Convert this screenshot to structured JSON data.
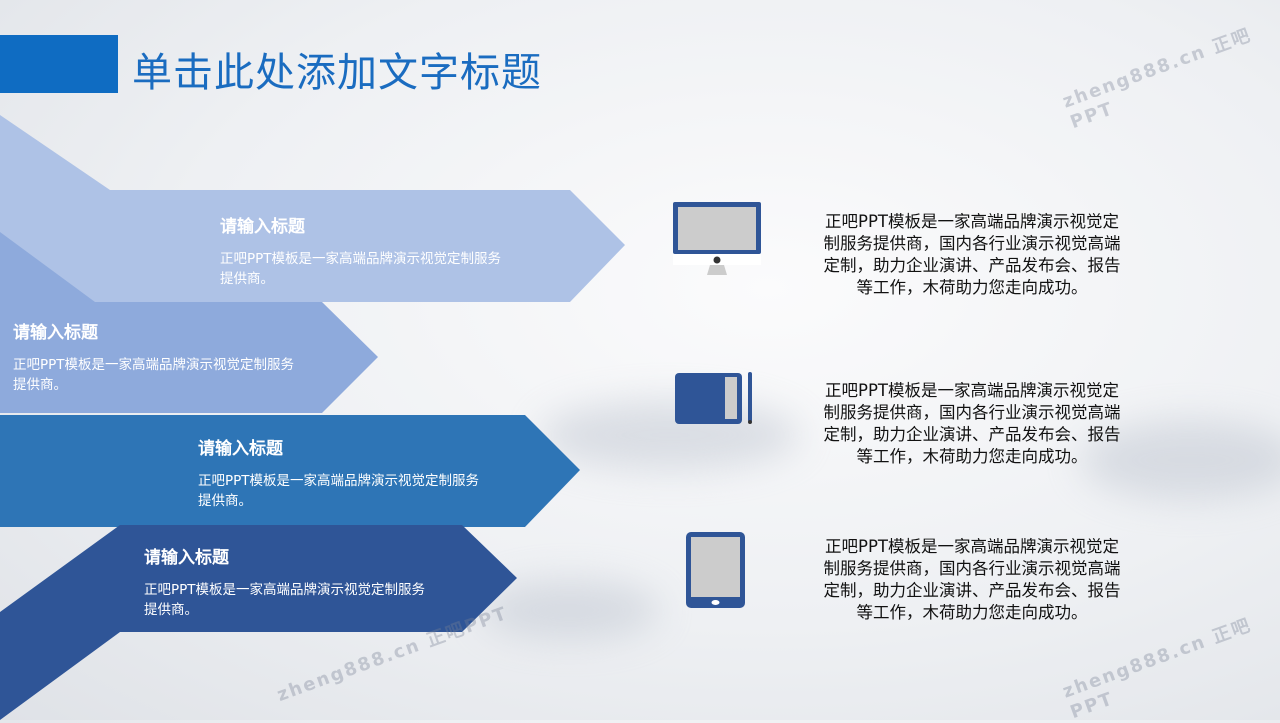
{
  "title": "单击此处添加文字标题",
  "colors": {
    "accent": "#0f6cc2",
    "band1": "#aec2e6",
    "band2": "#8eaadc",
    "band3": "#2e75b6",
    "band4": "#2f5597",
    "icon": "#2f5597"
  },
  "bands": [
    {
      "heading": "请输入标题",
      "body": "正吧PPT模板是一家高端品牌演示视觉定制服务提供商。"
    },
    {
      "heading": "请输入标题",
      "body": "正吧PPT模板是一家高端品牌演示视觉定制服务提供商。"
    },
    {
      "heading": "请输入标题",
      "body": "正吧PPT模板是一家高端品牌演示视觉定制服务提供商。"
    },
    {
      "heading": "请输入标题",
      "body": "正吧PPT模板是一家高端品牌演示视觉定制服务提供商。"
    }
  ],
  "items": [
    {
      "icon": "desktop-monitor-icon",
      "text": "正吧PPT模板是一家高端品牌演示视觉定制服务提供商，国内各行业演示视觉高端定制，助力企业演讲、产品发布会、报告等工作，木荷助力您走向成功。"
    },
    {
      "icon": "drawing-tablet-icon",
      "text": "正吧PPT模板是一家高端品牌演示视觉定制服务提供商，国内各行业演示视觉高端定制，助力企业演讲、产品发布会、报告等工作，木荷助力您走向成功。"
    },
    {
      "icon": "tablet-icon",
      "text": "正吧PPT模板是一家高端品牌演示视觉定制服务提供商，国内各行业演示视觉高端定制，助力企业演讲、产品发布会、报告等工作，木荷助力您走向成功。"
    }
  ],
  "watermark": "zheng888.cn 正吧PPT"
}
